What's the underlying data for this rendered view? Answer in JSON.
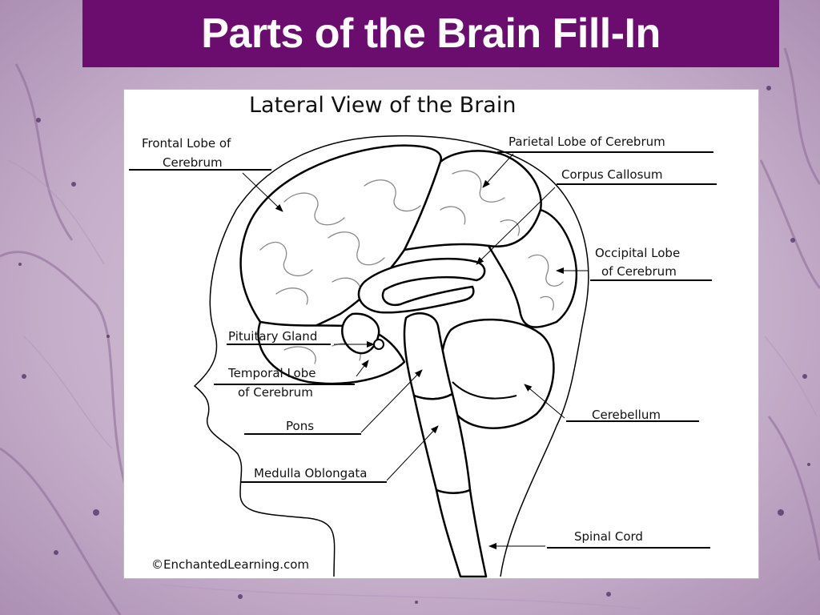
{
  "slide": {
    "title": "Parts of the Brain Fill-In",
    "title_bar_color": "#6a0d6e",
    "background_color": "#c9b3cf"
  },
  "diagram": {
    "title": "Lateral View of the Brain",
    "copyright": "©EnchantedLearning.com",
    "labels": {
      "frontal_1": "Frontal Lobe of",
      "frontal_2": "Cerebrum",
      "parietal": "Parietal Lobe of Cerebrum",
      "corpus": "Corpus Callosum",
      "occipital_1": "Occipital Lobe",
      "occipital_2": "of Cerebrum",
      "pituitary": "Pituitary Gland",
      "temporal_1": "Temporal Lobe",
      "temporal_2": "of Cerebrum",
      "pons": "Pons",
      "medulla": "Medulla Oblongata",
      "cerebellum": "Cerebellum",
      "spinal": "Spinal Cord"
    }
  }
}
